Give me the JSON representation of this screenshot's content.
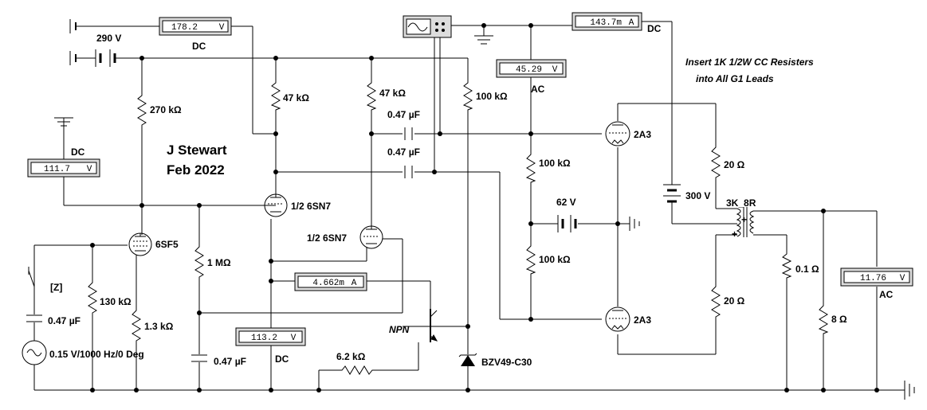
{
  "labels": {
    "batt_290": "290 V",
    "batt_300": "300 V",
    "batt_62": "62 V",
    "r_270k": "270 kΩ",
    "r_47k_a": "47 kΩ",
    "r_47k_b": "47 kΩ",
    "r_100k_a": "100 kΩ",
    "r_100k_b": "100 kΩ",
    "r_100k_c": "100 kΩ",
    "r_1m": "1 MΩ",
    "r_130k": "130 kΩ",
    "r_1_3k": "1.3 kΩ",
    "r_6_2k": "6.2 kΩ",
    "r_20_a": "20 Ω",
    "r_20_b": "20 Ω",
    "r_0_1": "0.1 Ω",
    "r_8": "8 Ω",
    "c_047_a": "0.47 µF",
    "c_047_b": "0.47 µF",
    "c_047_in": "0.47 µF",
    "c_047_bot": "0.47 µF",
    "tube_6sf5": "6SF5",
    "tube_6sn7_a": "1/2 6SN7",
    "tube_6sn7_b": "1/2 6SN7",
    "tube_2a3_a": "2A3",
    "tube_2a3_b": "2A3",
    "transformer": "3K_8R",
    "zener": "BZV49-C30",
    "npn": "NPN",
    "source": "0.15 V/1000 Hz/0 Deg",
    "switch_key": "[Z]",
    "author": "J Stewart",
    "date": "Feb 2022",
    "note_line1": "Insert 1K 1/2W CC Resisters",
    "note_line2": "into All G1 Leads"
  },
  "meters": {
    "m1": {
      "value": "178.2",
      "unit": "V",
      "mode": "DC"
    },
    "m2": {
      "value": "143.7m",
      "unit": "A",
      "mode": "DC"
    },
    "m3": {
      "value": "45.29",
      "unit": "V",
      "mode": "AC"
    },
    "m4": {
      "value": "111.7",
      "unit": "V",
      "mode": "DC"
    },
    "m5": {
      "value": "4.662m",
      "unit": "A",
      "mode": ""
    },
    "m6": {
      "value": "113.2",
      "unit": "V",
      "mode": "DC"
    },
    "m7": {
      "value": "11.76",
      "unit": "V",
      "mode": "AC"
    }
  },
  "colors": {
    "wire": "#000000",
    "background": "#ffffff",
    "meter_face": "#ffffff"
  }
}
